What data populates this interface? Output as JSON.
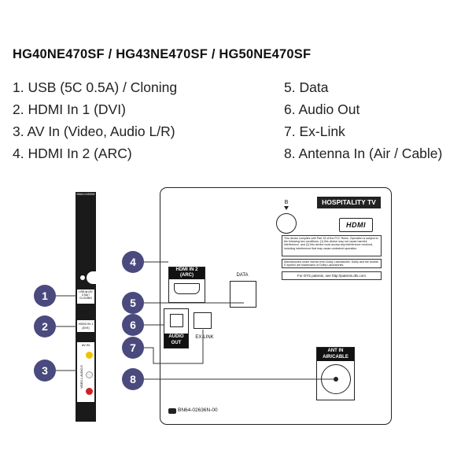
{
  "title": "HG40NE470SF / HG43NE470SF / HG50NE470SF",
  "legend": {
    "left": [
      "1. USB (5C 0.5A) / Cloning",
      "2. HDMI In 1 (DVI)",
      "3. AV In (Video, Audio L/R)",
      "4. HDMI In 2 (ARC)"
    ],
    "right": [
      "5. Data",
      "6. Audio Out",
      "7. Ex-Link",
      "8. Antenna In (Air / Cable)"
    ]
  },
  "side_panel": {
    "top_code": "BN64-01826W",
    "usb_label": "USB ⇌ (5V 0.5A) / CLONING",
    "hdmi1_label": "HDMI IN 1 (DVI)",
    "av_label": "AV IN",
    "av_sub": "VIDEO  L-AUDIO-R"
  },
  "main_panel": {
    "hospitality_badge": "HOSPITALITY TV",
    "hdmi_logo": "HDMI",
    "button_label": "B",
    "fcc_text": "This device complies with Part 15 of the FCC Rules. Operation is subject to the following two conditions: (1) this device may not cause harmful interference, and (2) this device must accept any interference received, including interference that may cause undesired operation.",
    "dolby_text": "Manufactured under license from Dolby Laboratories. Dolby and the double-D symbol are trademarks of Dolby Laboratories.",
    "dts_text": "For DTS patents, see http://patents.dts.com",
    "hdmi2_label": "HDMI IN 2 (ARC)",
    "data_label": "DATA",
    "audio_out_label": "AUDIO OUT",
    "exlink_label": "EX-LINK",
    "antenna_label": "ANT IN AIR/CABLE",
    "part_code": "BN64-02636N-00"
  },
  "callouts": [
    "1",
    "2",
    "3",
    "4",
    "5",
    "6",
    "7",
    "8"
  ],
  "colors": {
    "callout": "#4a4a7e",
    "panel": "#1a1a1a",
    "yellow": "#f2c200",
    "red": "#d22020"
  }
}
